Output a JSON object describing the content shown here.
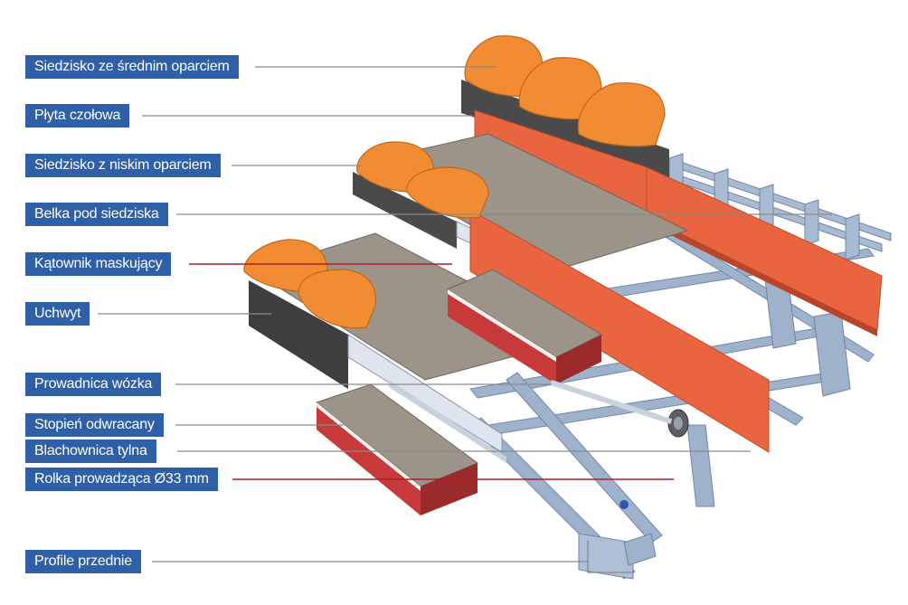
{
  "colors": {
    "label_bg": "#2f5fa6",
    "label_text": "#ffffff",
    "leader_grey": "#8a8a8a",
    "leader_red": "#b01e2a",
    "seat": "#f08a30",
    "beam": "#e8603a",
    "frame": "#8ea3bf",
    "platform": "#9a9288"
  },
  "labels": [
    {
      "id": "siedzisko-srednie",
      "text": "Siedzisko ze średnim oparciem",
      "leader": "grey"
    },
    {
      "id": "plyta-czolowa",
      "text": "Płyta czołowa",
      "leader": "grey"
    },
    {
      "id": "siedzisko-niskie",
      "text": "Siedzisko z niskim oparciem",
      "leader": "grey"
    },
    {
      "id": "belka-pod-siedziska",
      "text": "Belka pod siedziska",
      "leader": "grey"
    },
    {
      "id": "katownik-maskujacy",
      "text": "Kątownik maskujący",
      "leader": "red"
    },
    {
      "id": "uchwyt",
      "text": "Uchwyt",
      "leader": "grey"
    },
    {
      "id": "prowadnica-wozka",
      "text": "Prowadnica wózka",
      "leader": "grey"
    },
    {
      "id": "stopien-odwracany",
      "text": "Stopień odwracany",
      "leader": "grey"
    },
    {
      "id": "blachownica-tylna",
      "text": "Blachownica tylna",
      "leader": "grey"
    },
    {
      "id": "rolka-prowadzaca",
      "text": "Rolka prowadząca Ø33 mm",
      "leader": "red"
    },
    {
      "id": "profile-przednie",
      "text": "Profile przednie",
      "leader": "grey"
    }
  ]
}
